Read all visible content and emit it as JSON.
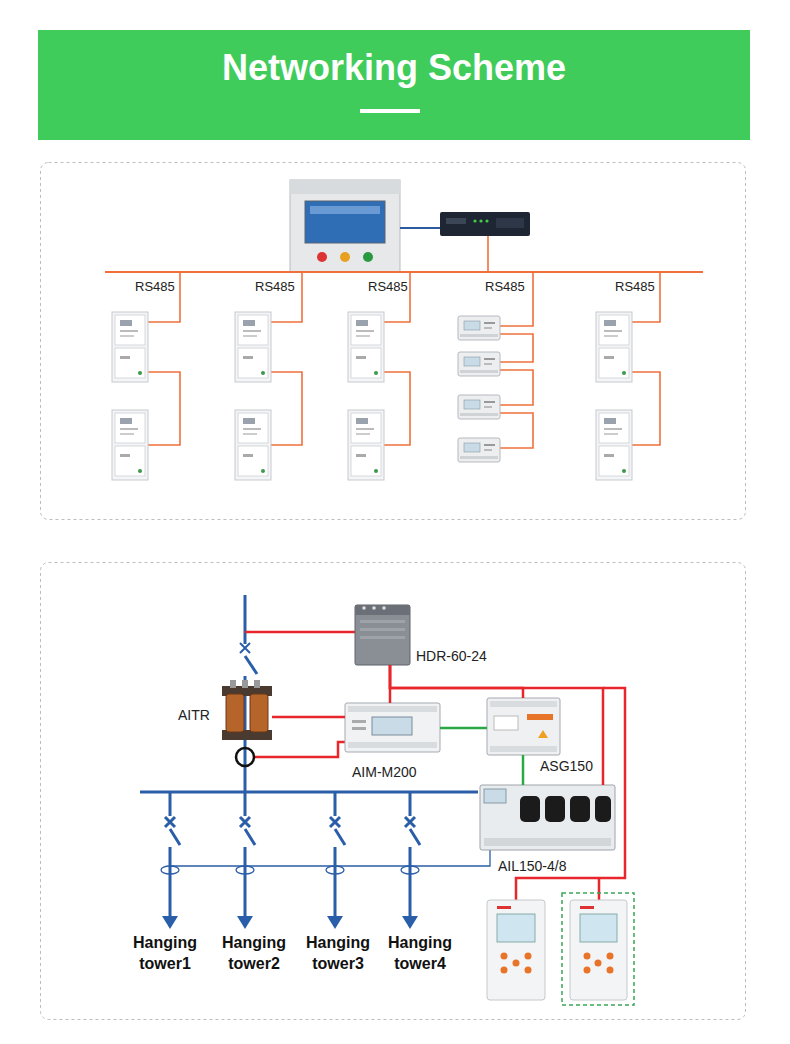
{
  "diagram": {
    "title": "Networking Scheme",
    "nodes": [
      {
        "text": [
          "HDR-60-24"
        ]
      },
      {
        "text": [
          "AITR"
        ]
      },
      {
        "text": [
          "AIM-M200"
        ]
      },
      {
        "text": [
          "ASG150"
        ]
      },
      {
        "text": [
          "AIL150-4/8"
        ]
      }
    ],
    "edges": [
      {
        "from": 0,
        "to": 2,
        "arrow": "none"
      },
      {
        "from": 0,
        "to": 3,
        "arrow": "none"
      },
      {
        "from": 0,
        "to": 4,
        "arrow": "none"
      },
      {
        "from": 1,
        "to": 2,
        "arrow": "none"
      },
      {
        "from": 2,
        "to": 3,
        "arrow": "none"
      },
      {
        "from": 3,
        "to": 4,
        "arrow": "none"
      }
    ],
    "labels": [
      "RS485",
      "RS485",
      "RS485",
      "RS485",
      "RS485",
      "Hanging tower1",
      "Hanging tower2",
      "Hanging tower3",
      "Hanging tower4"
    ]
  }
}
